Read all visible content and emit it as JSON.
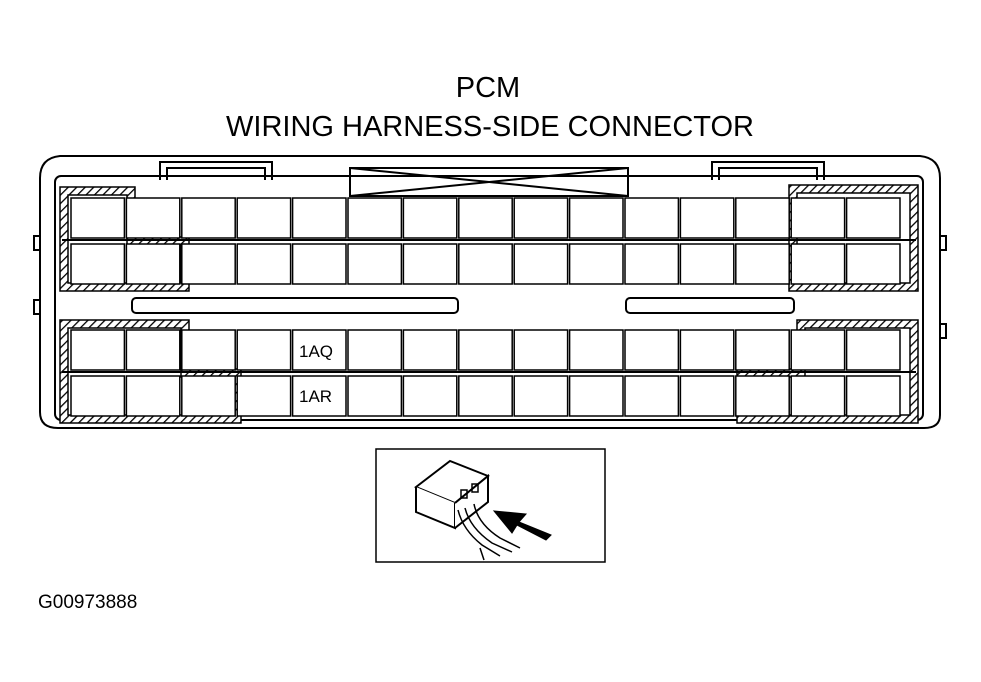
{
  "title": "PCM",
  "subtitle": "WIRING HARNESS-SIDE CONNECTOR",
  "connector": {
    "pin_labels": [
      {
        "text": "1AQ",
        "row": 2,
        "col": 4
      },
      {
        "text": "1AR",
        "row": 3,
        "col": 4
      }
    ]
  },
  "reference_code": "G00973888"
}
